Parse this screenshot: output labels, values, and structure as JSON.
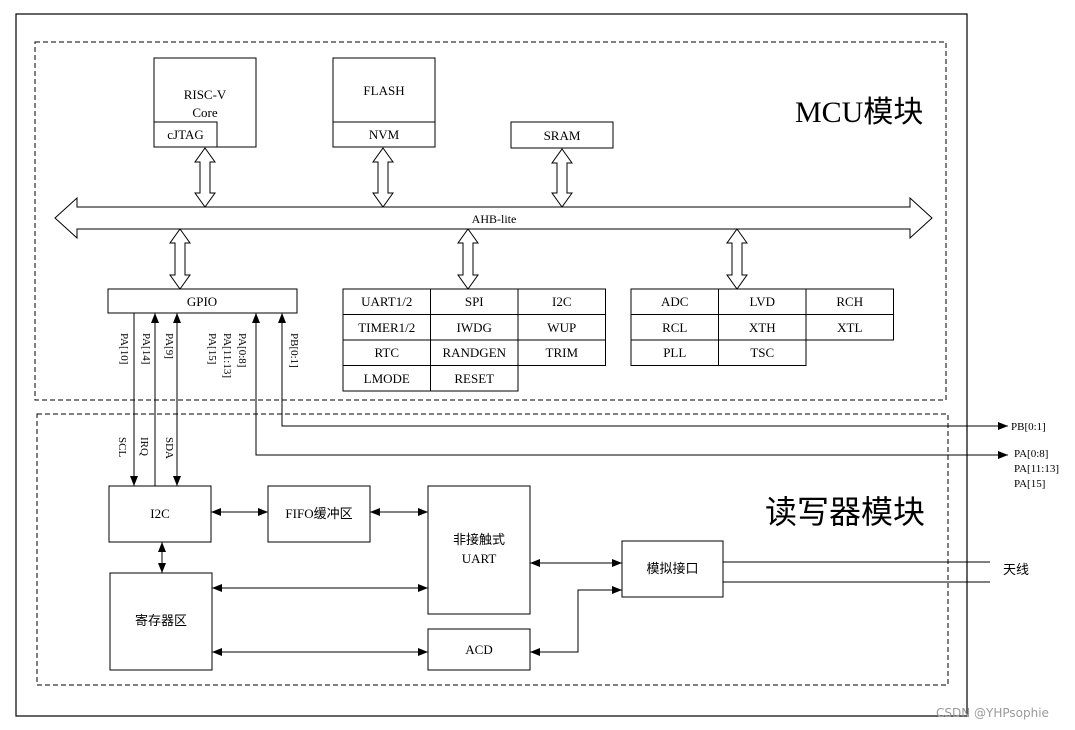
{
  "labels": {
    "mcu_module": "MCU模块",
    "reader_module": "读写器模块",
    "bus": "AHB-lite",
    "watermark": "CSDN @YHPsophie"
  },
  "mcu": {
    "riscv": {
      "line1": "RISC-V",
      "line2": "Core",
      "sub": "cJTAG"
    },
    "flash": {
      "title": "FLASH",
      "sub": "NVM"
    },
    "sram": "SRAM",
    "gpio": "GPIO",
    "peripherals": [
      [
        "UART1/2",
        "SPI",
        "I2C"
      ],
      [
        "TIMER1/2",
        "IWDG",
        "WUP"
      ],
      [
        "RTC",
        "RANDGEN",
        "TRIM"
      ],
      [
        "LMODE",
        "RESET"
      ]
    ],
    "analog": [
      [
        "ADC",
        "LVD",
        "RCH"
      ],
      [
        "RCL",
        "XTH",
        "XTL"
      ],
      [
        "PLL",
        "TSC"
      ]
    ]
  },
  "gpio_pins": {
    "pa10": "PA[10]",
    "pa14": "PA[14]",
    "pa9": "PA[9]",
    "pa0_8": "PA[0:8]",
    "pa11_13": "PA[11:13]",
    "pa15": "PA[15]",
    "pb0_1": "PB[0:1]"
  },
  "i2c_signals": {
    "scl": "SCL",
    "irq": "IRQ",
    "sda": "SDA"
  },
  "external": {
    "pb0_1": "PB[0:1]",
    "pa0_8": "PA[0:8]",
    "pa11_13": "PA[11:13]",
    "pa15": "PA[15]",
    "antenna": "天线"
  },
  "reader": {
    "i2c": "I2C",
    "fifo": "FIFO缓冲区",
    "uart_line1": "非接触式",
    "uart_line2": "UART",
    "registers": "寄存器区",
    "acd": "ACD",
    "analog_if": "模拟接口"
  }
}
